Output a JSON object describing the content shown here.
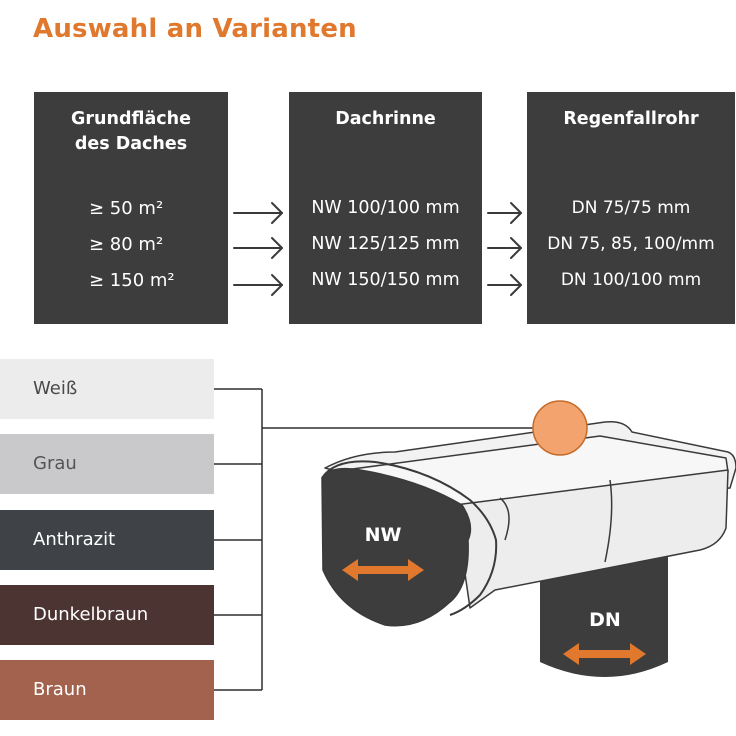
{
  "title": "Auswahl an Varianten",
  "colors": {
    "accent": "#e0782d",
    "box_bg": "#3d3d3d",
    "swatches": [
      "#ececec",
      "#c9c9cc",
      "#3f4347",
      "#4b3431",
      "#a3624d"
    ]
  },
  "table": {
    "area": {
      "header_line1": "Grundfläche",
      "header_line2": "des Daches",
      "rows": [
        "≥ 50  m²",
        "≥ 80  m²",
        "≥ 150  m²"
      ]
    },
    "gutter": {
      "header": "Dachrinne",
      "rows": [
        "NW 100/100 mm",
        "NW 125/125 mm",
        "NW 150/150 mm"
      ]
    },
    "downpipe": {
      "header": "Regenfallrohr",
      "rows": [
        "DN 75/75 mm",
        "DN 75, 85, 100/mm",
        "DN 100/100 mm"
      ]
    }
  },
  "swatches": [
    "Weiß",
    "Grau",
    "Anthrazit",
    "Dunkelbraun",
    "Braun"
  ],
  "illustration": {
    "gutter_label": "NW",
    "pipe_label": "DN",
    "arrow_icon": "double-arrow-icon"
  }
}
